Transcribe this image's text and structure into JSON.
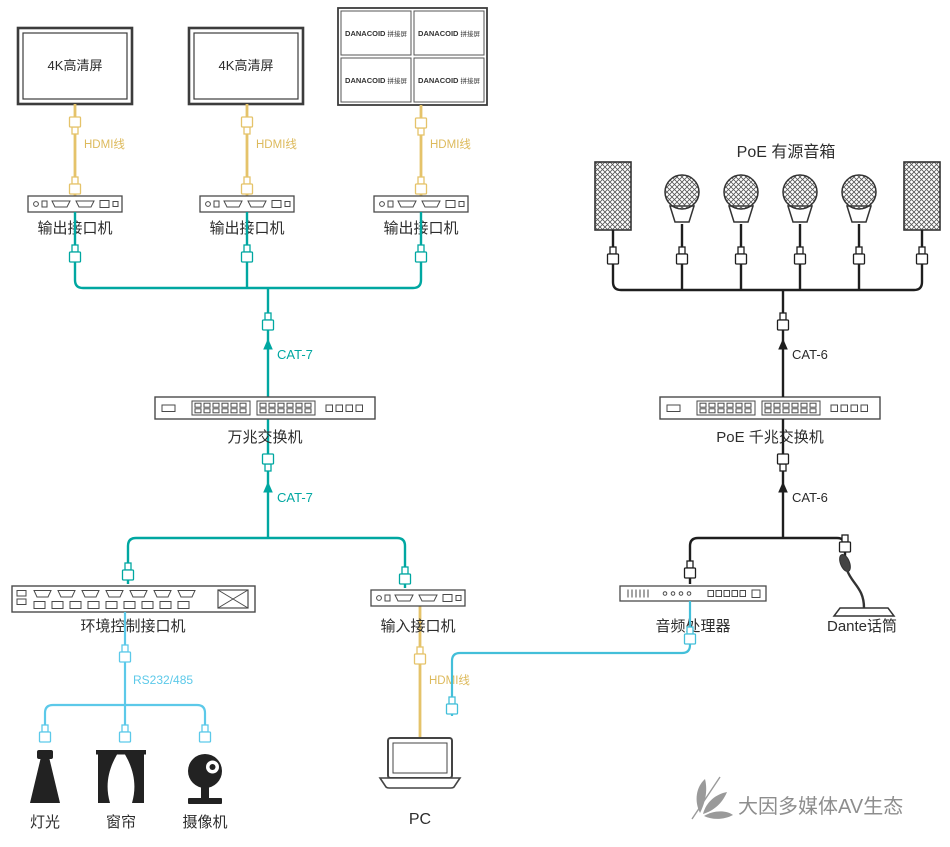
{
  "diagram": {
    "type": "AV system topology diagram",
    "watermark": "大因多媒体AV生态"
  },
  "colors": {
    "hdmi_cable": "#E5C36A",
    "cat7_cable": "#00A7A1",
    "cat6_cable": "#1E1E1E",
    "rs232_cable": "#5CC9E9",
    "pc_audio_cable": "#43BFD9",
    "device_outline": "#4A4A4A",
    "label_text": "#2D2D2D",
    "watermark_gray": "#8D8D8D"
  },
  "displays": {
    "screen_left_label": "4K高清屏",
    "screen_center_label": "4K高清屏",
    "wall_brand": "DANACOID",
    "wall_type": "拼接屏"
  },
  "cables": {
    "hdmi_label": "HDMI线",
    "cat7_label": "CAT-7",
    "cat6_label": "CAT-6",
    "rs232_label": "RS232/485"
  },
  "devices": {
    "output_interface_label": "输出接口机",
    "switch_10g_label": "万兆交换机",
    "env_controller_label": "环境控制接口机",
    "input_interface_label": "输入接口机",
    "poe_speakers_label": "PoE 有源音箱",
    "poe_switch_label": "PoE 千兆交换机",
    "audio_processor_label": "音频处理器",
    "dante_mic_label": "Dante话筒",
    "pc_label": "PC"
  },
  "endpoints": {
    "light_label": "灯光",
    "curtain_label": "窗帘",
    "camera_label": "摄像机"
  }
}
